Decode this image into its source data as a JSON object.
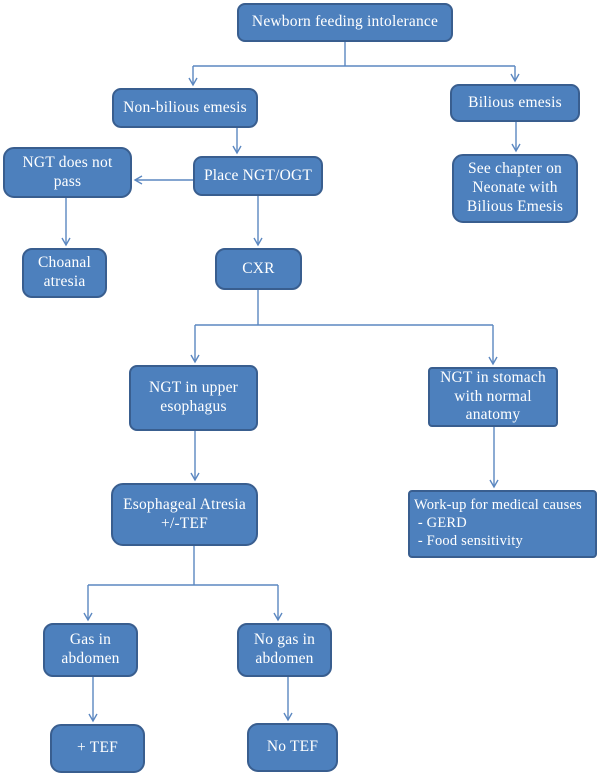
{
  "diagram": {
    "colors": {
      "background": "#ffffff",
      "node_fill": "#4d80bd",
      "node_border": "#395e8f",
      "connector": "#5b87c0",
      "text": "#ffffff"
    },
    "nodes": {
      "newborn": {
        "label": "Newborn feeding intolerance"
      },
      "non_bilious": {
        "label": "Non-bilious emesis"
      },
      "bilious": {
        "label": "Bilious emesis"
      },
      "ngt_not_pass": {
        "label": "NGT does not\npass"
      },
      "place_ngt": {
        "label": "Place NGT/OGT"
      },
      "see_chapter": {
        "label": "See chapter on\nNeonate with\nBilious Emesis"
      },
      "choanal": {
        "label": "Choanal\natresia"
      },
      "cxr": {
        "label": "CXR"
      },
      "ngt_upper": {
        "label": "NGT in upper\nesophagus"
      },
      "ngt_stomach": {
        "label": "NGT in stomach\nwith normal\nanatomy"
      },
      "esophageal_atresia": {
        "label": "Esophageal Atresia\n+/-TEF"
      },
      "workup": {
        "label": "Work-up for medical causes\n - GERD\n - Food sensitivity"
      },
      "gas_abdomen": {
        "label": "Gas in\nabdomen"
      },
      "no_gas_abdomen": {
        "label": "No gas in\nabdomen"
      },
      "plus_tef": {
        "label": "+ TEF"
      },
      "no_tef": {
        "label": "No TEF"
      }
    }
  }
}
